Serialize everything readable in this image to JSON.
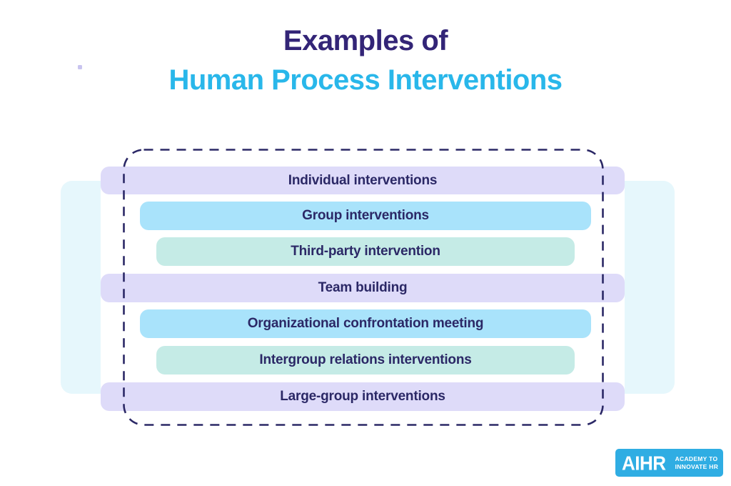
{
  "title": {
    "line1": "Examples of",
    "line2": "Human Process Interventions"
  },
  "diagram": {
    "rows": [
      {
        "label": "Individual interventions",
        "variant": "lavender-wide"
      },
      {
        "label": "Group interventions",
        "variant": "blue-medium"
      },
      {
        "label": "Third-party intervention",
        "variant": "teal-narrow"
      },
      {
        "label": "Team building",
        "variant": "lavender-wide"
      },
      {
        "label": "Organizational confrontation meeting",
        "variant": "blue-medium"
      },
      {
        "label": "Intergroup relations interventions",
        "variant": "teal-narrow"
      },
      {
        "label": "Large-group interventions",
        "variant": "lavender-wide"
      }
    ]
  },
  "logo": {
    "brand": "AIHR",
    "tagline_line1": "ACADEMY TO",
    "tagline_line2": "INNOVATE HR"
  },
  "colors": {
    "title_primary": "#332577",
    "title_accent": "#29b7ea",
    "row_lavender": "#dedbf9",
    "row_blue": "#a9e3fb",
    "row_teal": "#c5ebe6",
    "background_panel_cyan": "#e6f7fc",
    "dashed_border": "#2b2866",
    "row_text": "#2b2866",
    "logo_background": "#2fade3",
    "logo_text": "#ffffff"
  }
}
